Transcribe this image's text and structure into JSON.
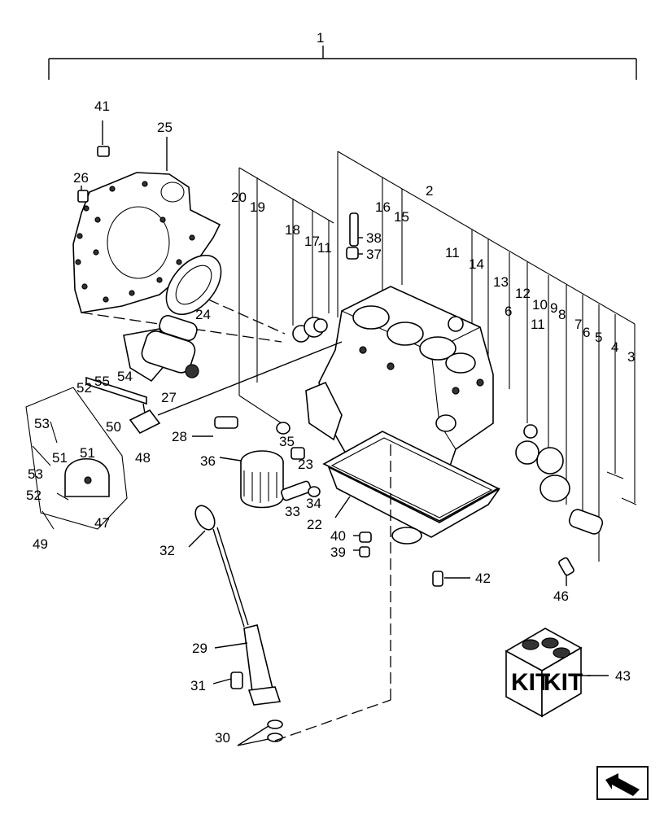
{
  "callouts": {
    "c1": "1",
    "c2": "2",
    "c3": "3",
    "c4": "4",
    "c5": "5",
    "c6a": "6",
    "c6b": "6",
    "c7": "7",
    "c8": "8",
    "c9": "9",
    "c10": "10",
    "c11a": "11",
    "c11b": "11",
    "c11c": "11",
    "c12": "12",
    "c13": "13",
    "c14": "14",
    "c15": "15",
    "c16": "16",
    "c17": "17",
    "c18": "18",
    "c19": "19",
    "c20": "20",
    "c22": "22",
    "c23": "23",
    "c24": "24",
    "c25": "25",
    "c26": "26",
    "c27": "27",
    "c28": "28",
    "c29": "29",
    "c30": "30",
    "c31": "31",
    "c32": "32",
    "c33": "33",
    "c34": "34",
    "c35": "35",
    "c36": "36",
    "c37": "37",
    "c38": "38",
    "c39": "39",
    "c40": "40",
    "c41": "41",
    "c42": "42",
    "c43": "43",
    "c46": "46",
    "c47": "47",
    "c48": "48",
    "c49": "49",
    "c50": "50",
    "c51a": "51",
    "c51b": "51",
    "c52a": "52",
    "c52b": "52",
    "c53a": "53",
    "c53b": "53",
    "c54": "54",
    "c55": "55"
  },
  "kit_box": {
    "label_left": "KIT",
    "label_right": "KIT"
  },
  "icons": {
    "nav": "arrow-navigation-icon"
  }
}
